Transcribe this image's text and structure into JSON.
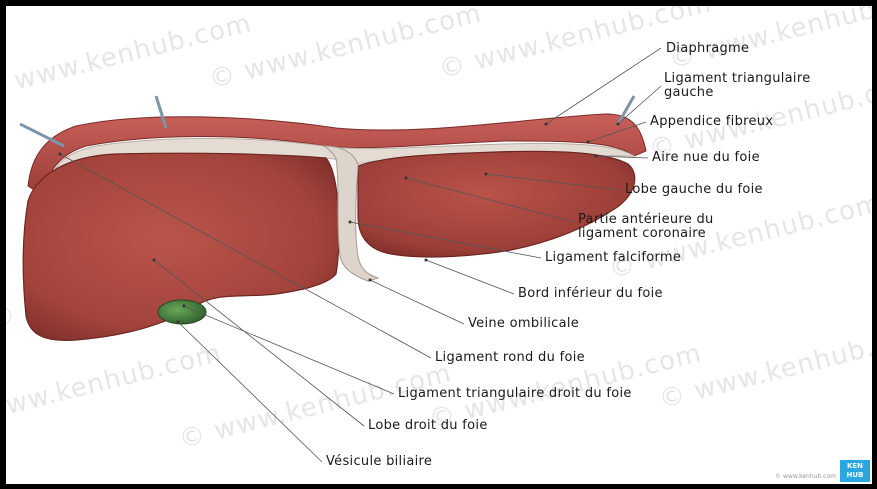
{
  "watermark_text": "© www.kenhub.com",
  "credit": "© www.kenhub.com",
  "logo_text": "KEN HUB",
  "labels": {
    "diaphragme": "Diaphragme",
    "ligament_triangulaire_gauche": "Ligament triangulaire\ngauche",
    "appendice_fibreux": "Appendice fibreux",
    "aire_nue": "Aire nue du foie",
    "lobe_gauche": "Lobe gauche du foie",
    "partie_anterieure": "Partie antérieure du\nligament coronaire",
    "ligament_falciforme": "Ligament falciforme",
    "bord_inferieur": "Bord inférieur du foie",
    "veine_ombilicale": "Veine ombilicale",
    "ligament_rond": "Ligament rond du foie",
    "ligament_triangulaire_droit": "Ligament triangulaire droit du foie",
    "lobe_droit": "Lobe droit du foie",
    "vesicule_biliaire": "Vésicule biliaire"
  },
  "colors": {
    "liver": "#a8463f",
    "liver_dark": "#7e2d2a",
    "liver_light": "#c86a5f",
    "ligament": "#ddd4cc",
    "gallbladder": "#3f7a3a",
    "leader": "#555555",
    "accent": "#2aa7e0"
  }
}
